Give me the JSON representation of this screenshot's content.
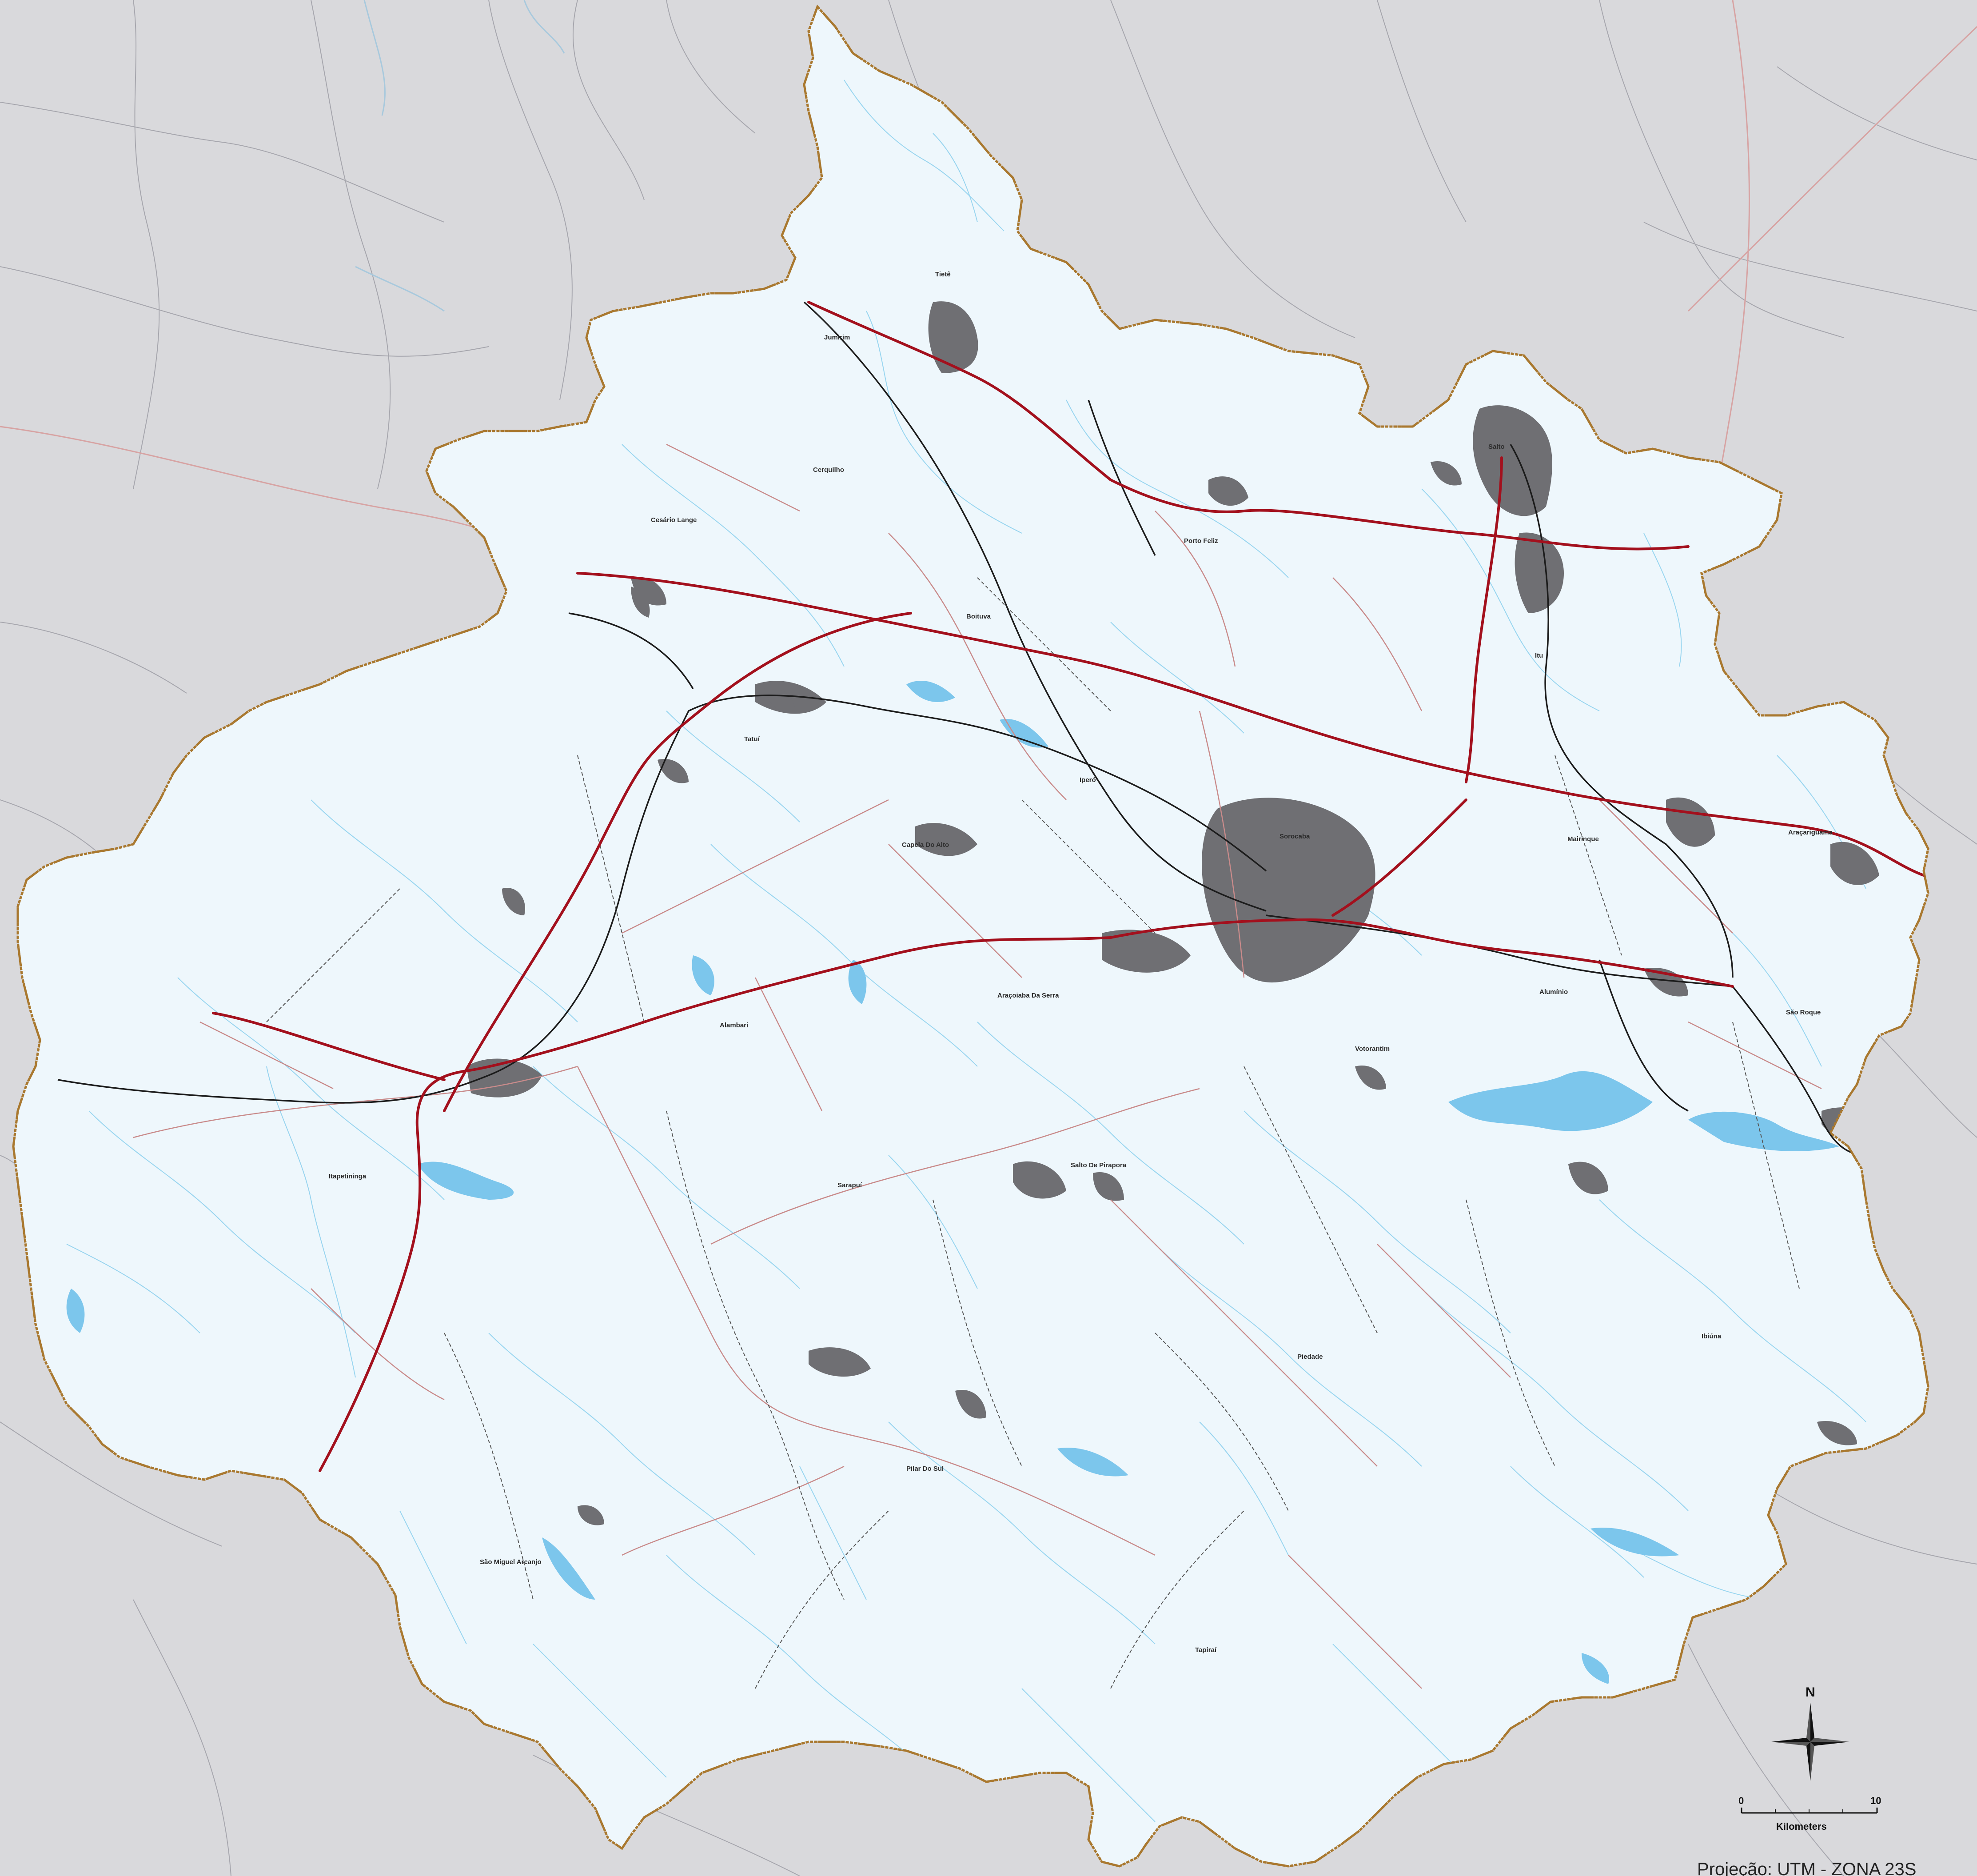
{
  "map": {
    "colors": {
      "outside": "#d9d9dc",
      "region_fill": "#eef7fc",
      "region_border": "#a9782f",
      "rivers": "#8fd1ee",
      "lakes": "#7cc6ec",
      "urban": "#6f6f73",
      "highway": "#a3101d",
      "railway": "#1c1c1c",
      "roads": "#c98b8b",
      "municipal_limit": "#555555"
    },
    "cities": [
      {
        "name": "Tietê"
      },
      {
        "name": "Jumirim"
      },
      {
        "name": "Cerquilho"
      },
      {
        "name": "Cesário Lange"
      },
      {
        "name": "Porto Feliz"
      },
      {
        "name": "Salto"
      },
      {
        "name": "Itu"
      },
      {
        "name": "Boituva"
      },
      {
        "name": "Tatuí"
      },
      {
        "name": "Iperó"
      },
      {
        "name": "Sorocaba"
      },
      {
        "name": "Mairinque"
      },
      {
        "name": "Araçariguama"
      },
      {
        "name": "Capela Do Alto"
      },
      {
        "name": "Araçoiaba Da Serra"
      },
      {
        "name": "Alambari"
      },
      {
        "name": "Alumínio"
      },
      {
        "name": "São Roque"
      },
      {
        "name": "Votorantim"
      },
      {
        "name": "Itapetininga"
      },
      {
        "name": "Salto De Pirapora"
      },
      {
        "name": "Sarapuí"
      },
      {
        "name": "Piedade"
      },
      {
        "name": "Ibiúna"
      },
      {
        "name": "Pilar Do Sul"
      },
      {
        "name": "São Miguel Arcanjo"
      },
      {
        "name": "Tapiraí"
      }
    ],
    "compass": {
      "label": "N",
      "icon": "north-arrow-icon"
    },
    "scale_bar": {
      "min_label": "0",
      "max_label": "10",
      "unit_label": "Kilometers"
    },
    "projection_text": "Projeção: UTM - ZONA 23S"
  }
}
